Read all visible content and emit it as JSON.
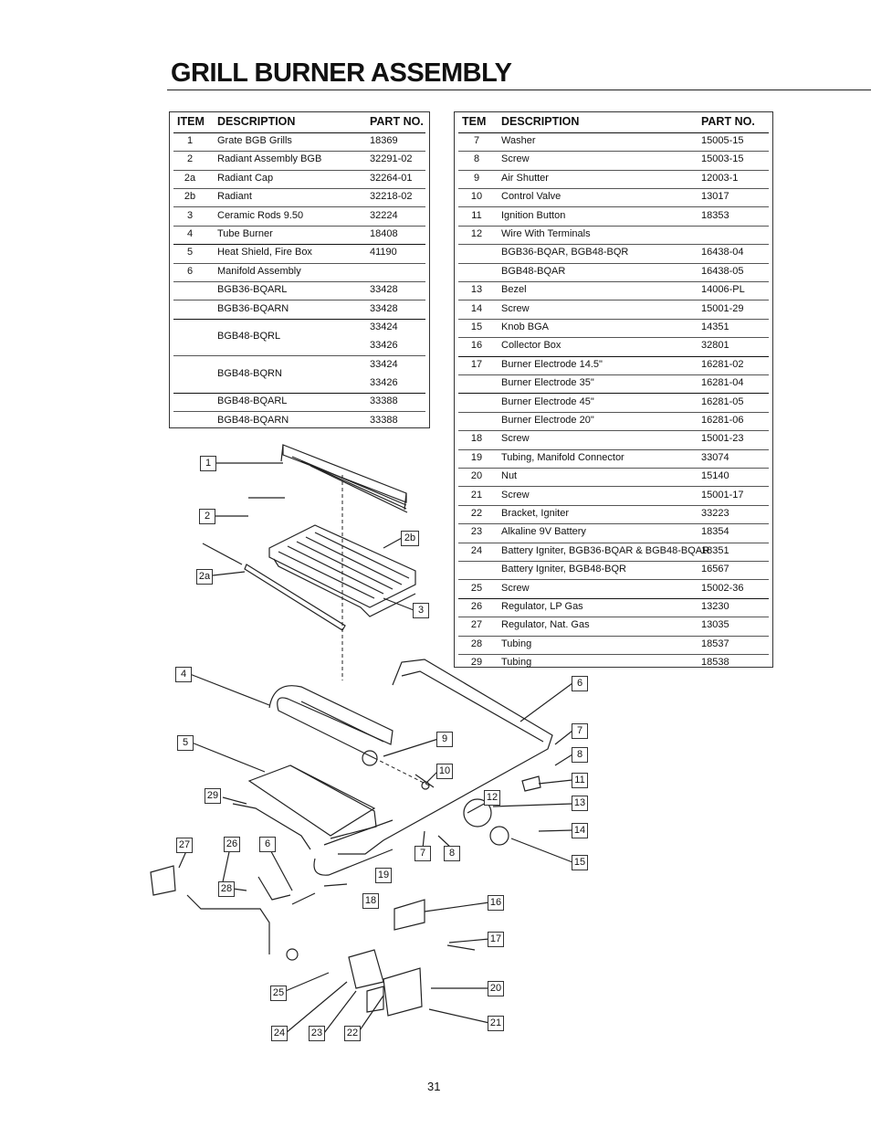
{
  "title": "GRILL BURNER ASSEMBLY",
  "page_number": "31",
  "left_table": {
    "headers": {
      "item": "ITEM",
      "description": "DESCRIPTION",
      "part": "PART NO."
    },
    "rows": [
      {
        "item": "1",
        "description": "Grate BGB Grills",
        "part": "18369"
      },
      {
        "item": "2",
        "description": "Radiant Assembly BGB",
        "part": "32291-02"
      },
      {
        "item": "2a",
        "description": "Radiant Cap",
        "part": "32264-01"
      },
      {
        "item": "2b",
        "description": "Radiant",
        "part": "32218-02"
      },
      {
        "item": "3",
        "description": "Ceramic Rods 9.50",
        "part": "32224"
      },
      {
        "item": "4",
        "description": "Tube Burner",
        "part": "18408"
      },
      {
        "item": "5",
        "description": "Heat Shield, Fire Box",
        "part": "41190"
      },
      {
        "item": "6",
        "description": "Manifold Assembly",
        "part": ""
      },
      {
        "item": "",
        "description": "BGB36-BQARL",
        "part": "33428"
      },
      {
        "item": "",
        "description": "BGB36-BQARN",
        "part": "33428"
      },
      {
        "item": "",
        "description": "BGB48-BQRL",
        "part": "33424",
        "part2": "33426"
      },
      {
        "item": "",
        "description": "BGB48-BQRN",
        "part": "33424",
        "part2": "33426"
      },
      {
        "item": "",
        "description": "BGB48-BQARL",
        "part": "33388"
      },
      {
        "item": "",
        "description": "BGB48-BQARN",
        "part": "33388"
      }
    ]
  },
  "right_table": {
    "headers": {
      "item": "TEM",
      "description": "DESCRIPTION",
      "part": "PART NO."
    },
    "rows": [
      {
        "item": "7",
        "description": "Washer",
        "part": "15005-15"
      },
      {
        "item": "8",
        "description": "Screw",
        "part": "15003-15"
      },
      {
        "item": "9",
        "description": "Air Shutter",
        "part": "12003-1"
      },
      {
        "item": "10",
        "description": "Control Valve",
        "part": "13017"
      },
      {
        "item": "11",
        "description": "Ignition Button",
        "part": "18353"
      },
      {
        "item": "12",
        "description": "Wire With Terminals",
        "part": ""
      },
      {
        "item": "",
        "description": "BGB36-BQAR, BGB48-BQR",
        "part": "16438-04"
      },
      {
        "item": "",
        "description": "BGB48-BQAR",
        "part": "16438-05"
      },
      {
        "item": "13",
        "description": "Bezel",
        "part": "14006-PL"
      },
      {
        "item": "14",
        "description": "Screw",
        "part": "15001-29"
      },
      {
        "item": "15",
        "description": "Knob BGA",
        "part": "14351"
      },
      {
        "item": "16",
        "description": "Collector Box",
        "part": "32801"
      },
      {
        "item": "17",
        "description": "Burner Electrode 14.5\"",
        "part": "16281-02"
      },
      {
        "item": "",
        "description": "Burner Electrode  35\"",
        "part": "16281-04"
      },
      {
        "item": "",
        "description": "Burner Electrode  45\"",
        "part": "16281-05"
      },
      {
        "item": "",
        "description": "Burner Electrode  20\"",
        "part": "16281-06"
      },
      {
        "item": "18",
        "description": "Screw",
        "part": "15001-23"
      },
      {
        "item": "19",
        "description": "Tubing, Manifold Connector",
        "part": "33074"
      },
      {
        "item": "20",
        "description": "Nut",
        "part": "15140"
      },
      {
        "item": "21",
        "description": "Screw",
        "part": "15001-17"
      },
      {
        "item": "22",
        "description": "Bracket, Igniter",
        "part": "33223"
      },
      {
        "item": "23",
        "description": "Alkaline 9V Battery",
        "part": "18354"
      },
      {
        "item": "24",
        "description": "Battery Igniter, BGB36-BQAR  & BGB48-BQAR",
        "part": "18351"
      },
      {
        "item": "",
        "description": "Battery Igniter, BGB48-BQR",
        "part": "16567"
      },
      {
        "item": "25",
        "description": "Screw",
        "part": "15002-36"
      },
      {
        "item": "26",
        "description": "Regulator, LP Gas",
        "part": "13230"
      },
      {
        "item": "27",
        "description": "Regulator, Nat. Gas",
        "part": "13035"
      },
      {
        "item": "28",
        "description": "Tubing",
        "part": "18537"
      },
      {
        "item": "29",
        "description": "Tubing",
        "part": "18538"
      }
    ]
  },
  "callouts": [
    "1",
    "2",
    "2a",
    "2b",
    "3",
    "4",
    "5",
    "6",
    "7",
    "8",
    "9",
    "10",
    "11",
    "12",
    "13",
    "14",
    "15",
    "16",
    "17",
    "18",
    "19",
    "20",
    "21",
    "22",
    "23",
    "24",
    "25",
    "26",
    "27",
    "28",
    "29",
    "6",
    "7",
    "8"
  ]
}
